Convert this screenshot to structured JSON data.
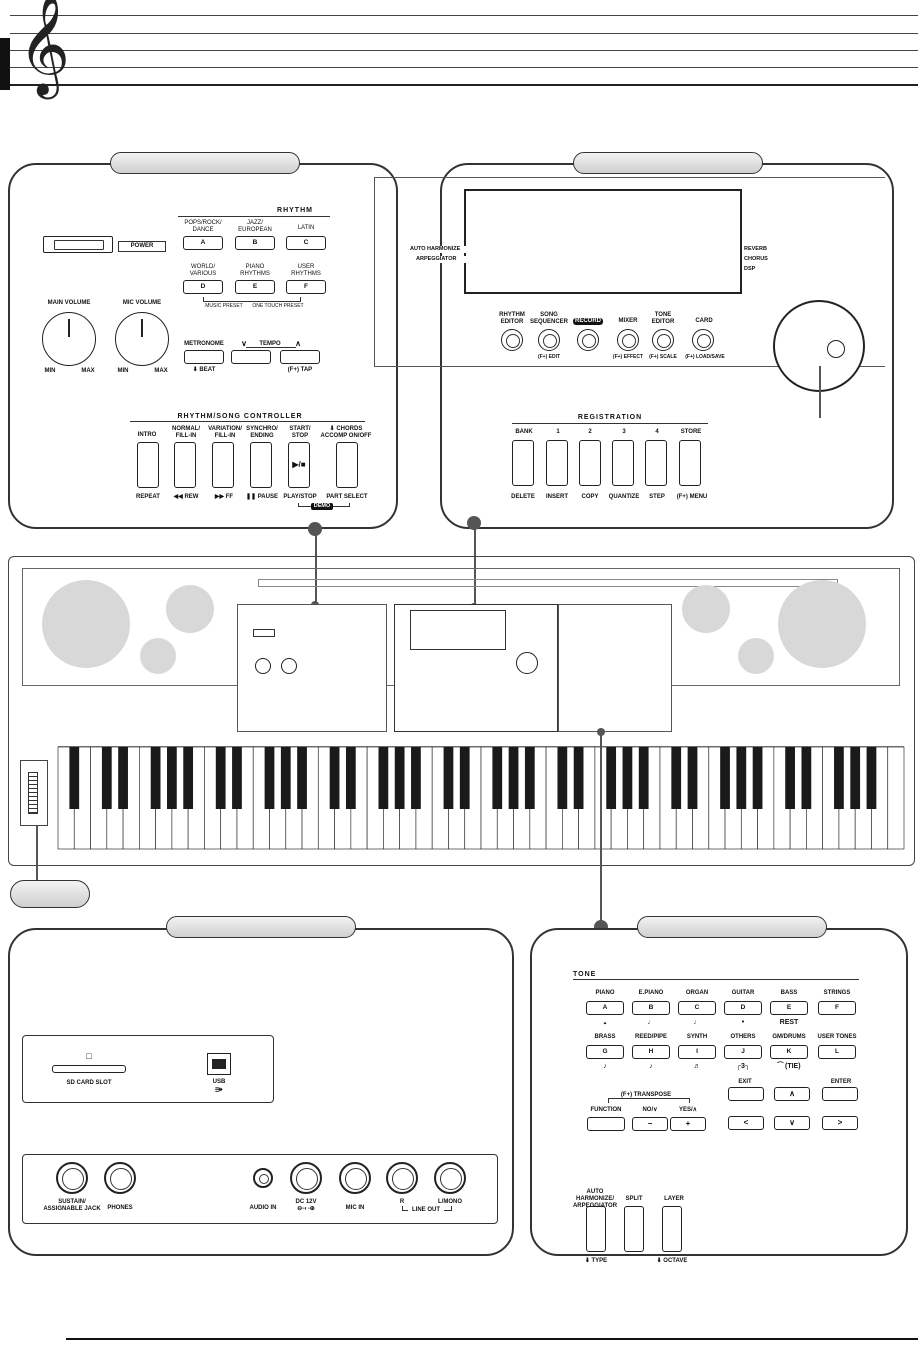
{
  "rhythm_panel": {
    "power": "POWER",
    "section_title": "RHYTHM",
    "categories": [
      {
        "label": "POPS/ROCK/\nDANCE",
        "key": "A"
      },
      {
        "label": "JAZZ/\nEUROPEAN",
        "key": "B"
      },
      {
        "label": "LATIN",
        "key": "C"
      },
      {
        "label": "WORLD/\nVARIOUS",
        "key": "D"
      },
      {
        "label": "PIANO\nRHYTHMS",
        "key": "E"
      },
      {
        "label": "USER\nRHYTHMS",
        "key": "F"
      }
    ],
    "music_preset": "MUSIC PRESET",
    "one_touch_preset": "ONE TOUCH PRESET",
    "main_volume": "MAIN VOLUME",
    "mic_volume": "MIC VOLUME",
    "min": "MIN",
    "max": "MAX",
    "metronome": "METRONOME",
    "beat": "⬇ BEAT",
    "tempo": "TEMPO",
    "tempo_down": "∨",
    "tempo_up": "∧",
    "tap": "(F+) TAP",
    "controller_title": "RHYTHM/SONG CONTROLLER",
    "controller_top": [
      "INTRO",
      "NORMAL/\nFILL-IN",
      "VARIATION/\nFILL-IN",
      "SYNCHRO/\nENDING",
      "START/\nSTOP",
      "⬇ CHORDS\nACCOMP ON/OFF"
    ],
    "controller_bottom": [
      "REPEAT",
      "◀◀ REW",
      "▶▶ FF",
      "❚❚ PAUSE",
      "PLAY/STOP",
      "PART SELECT"
    ],
    "play_symbol": "▶/■",
    "demo": "DEMO"
  },
  "display_panel": {
    "left_labels": [
      "AUTO HARMONIZE",
      "ARPEGGIATOR"
    ],
    "right_labels": [
      "REVERB",
      "CHORUS",
      "DSP"
    ],
    "buttons": [
      {
        "top": "RHYTHM\nEDITOR",
        "bottom": ""
      },
      {
        "top": "SONG\nSEQUENCER",
        "bottom": "(F+) EDIT"
      },
      {
        "top": "RECORD",
        "bottom": ""
      },
      {
        "top": "MIXER",
        "bottom": "(F+) EFFECT"
      },
      {
        "top": "TONE\nEDITOR",
        "bottom": "(F+) SCALE"
      },
      {
        "top": "CARD",
        "bottom": "(F+) LOAD/SAVE"
      }
    ],
    "registration_title": "REGISTRATION",
    "registration_top": [
      "BANK",
      "1",
      "2",
      "3",
      "4",
      "STORE"
    ],
    "registration_bottom": [
      "DELETE",
      "INSERT",
      "COPY",
      "QUANTIZE",
      "STEP",
      "(F+) MENU"
    ]
  },
  "connectors_panel": {
    "sd_card_slot": "SD CARD SLOT",
    "usb": "USB",
    "jacks": [
      {
        "label": "SUSTAIN/\nASSIGNABLE JACK"
      },
      {
        "label": "PHONES"
      },
      {
        "label": "AUDIO IN"
      },
      {
        "label": "DC 12V\n⊖-◐-⊕"
      },
      {
        "label": "MIC IN"
      },
      {
        "label": "R"
      },
      {
        "label": "L/MONO"
      }
    ],
    "line_out": "LINE OUT"
  },
  "tone_panel": {
    "title": "TONE",
    "tones_row1": [
      {
        "label": "PIANO",
        "key": "A",
        "note": "𝅝"
      },
      {
        "label": "E.PIANO",
        "key": "B",
        "note": "♩"
      },
      {
        "label": "ORGAN",
        "key": "C",
        "note": "♩"
      },
      {
        "label": "GUITAR",
        "key": "D",
        "note": "•"
      },
      {
        "label": "BASS",
        "key": "E",
        "note": "REST"
      },
      {
        "label": "STRINGS",
        "key": "F",
        "note": ""
      }
    ],
    "tones_row2": [
      {
        "label": "BRASS",
        "key": "G",
        "note": "♪"
      },
      {
        "label": "REED/PIPE",
        "key": "H",
        "note": "♪"
      },
      {
        "label": "SYNTH",
        "key": "I",
        "note": "♬"
      },
      {
        "label": "OTHERS",
        "key": "J",
        "note": "┌3┐"
      },
      {
        "label": "GM/DRUMS",
        "key": "K",
        "note": "⁀ (TIE)"
      },
      {
        "label": "USER TONES",
        "key": "L",
        "note": ""
      }
    ],
    "transpose": "(F+) TRANSPOSE",
    "function": "FUNCTION",
    "no": "NO/∨",
    "yes": "YES/∧",
    "minus": "−",
    "plus": "+",
    "exit": "EXIT",
    "enter": "ENTER",
    "up": "∧",
    "down": "∨",
    "left": "<",
    "right": ">",
    "auto_harmonize": "AUTO HARMONIZE/\nARPEGGIATOR",
    "split": "SPLIT",
    "layer": "LAYER",
    "type": "⬇ TYPE",
    "octave": "⬇ OCTAVE"
  }
}
